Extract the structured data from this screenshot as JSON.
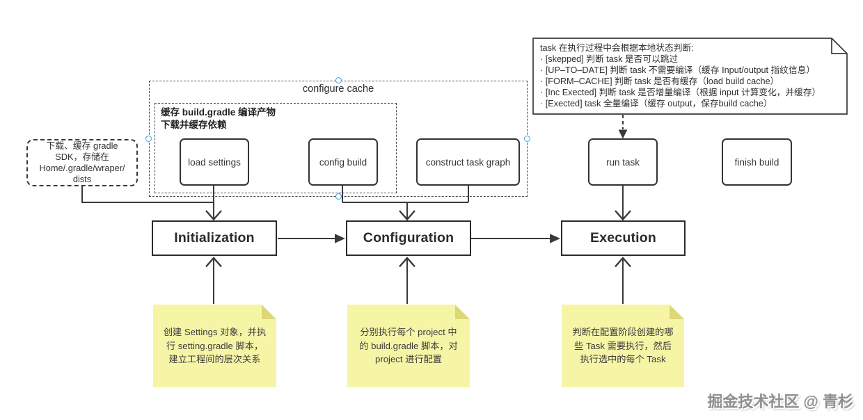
{
  "status_note": {
    "lines": [
      "task 在执行过程中会根据本地状态判断:",
      "· [skepped] 判断 task 是否可以跳过",
      "· [UP–TO–DATE] 判断 task 不需要编译（缓存 Input/output 指纹信息）",
      "· [FORM–CACHE] 判断 task 是否有缓存（load build cache）",
      "· [Inc Exected] 判断 task 是否增量编译（根据 input 计算变化，并缓存）",
      "· [Exected] task 全量编译（缓存 output，保存build cache）"
    ]
  },
  "sdk_note": {
    "text": "下载、缓存 gradle\nSDK，存储在\nHome/.gradle/wraper/\ndists"
  },
  "configure_cache": {
    "label": "configure cache",
    "inner_note": "缓存 build.gradle 编译产物\n下载并缓存依赖"
  },
  "tasks": {
    "load_settings": "load settings",
    "config_build": "config build",
    "construct_task_graph": "construct task graph",
    "run_task": "run task",
    "finish_build": "finish build"
  },
  "phases": {
    "initialization": "Initialization",
    "configuration": "Configuration",
    "execution": "Execution"
  },
  "sticky_notes": [
    "创建 Settings 对象，并执\n行 setting.gradle 脚本，\n建立工程间的层次关系",
    "分别执行每个 project 中\n的 build.gradle 脚本，对\nproject 进行配置",
    "判断在配置阶段创建的哪\n些 Task 需要执行，然后\n执行选中的每个 Task"
  ],
  "watermark": {
    "text": "掘金技术社区 @ 青杉"
  },
  "colors": {
    "line": "#3a3a3a",
    "box_border": "#333333",
    "sticky_fill": "#f6f5a6",
    "sticky_fold": "#dcd878",
    "handle_accent": "#2ea7e0",
    "watermark_gray": "#8f8f8f"
  }
}
